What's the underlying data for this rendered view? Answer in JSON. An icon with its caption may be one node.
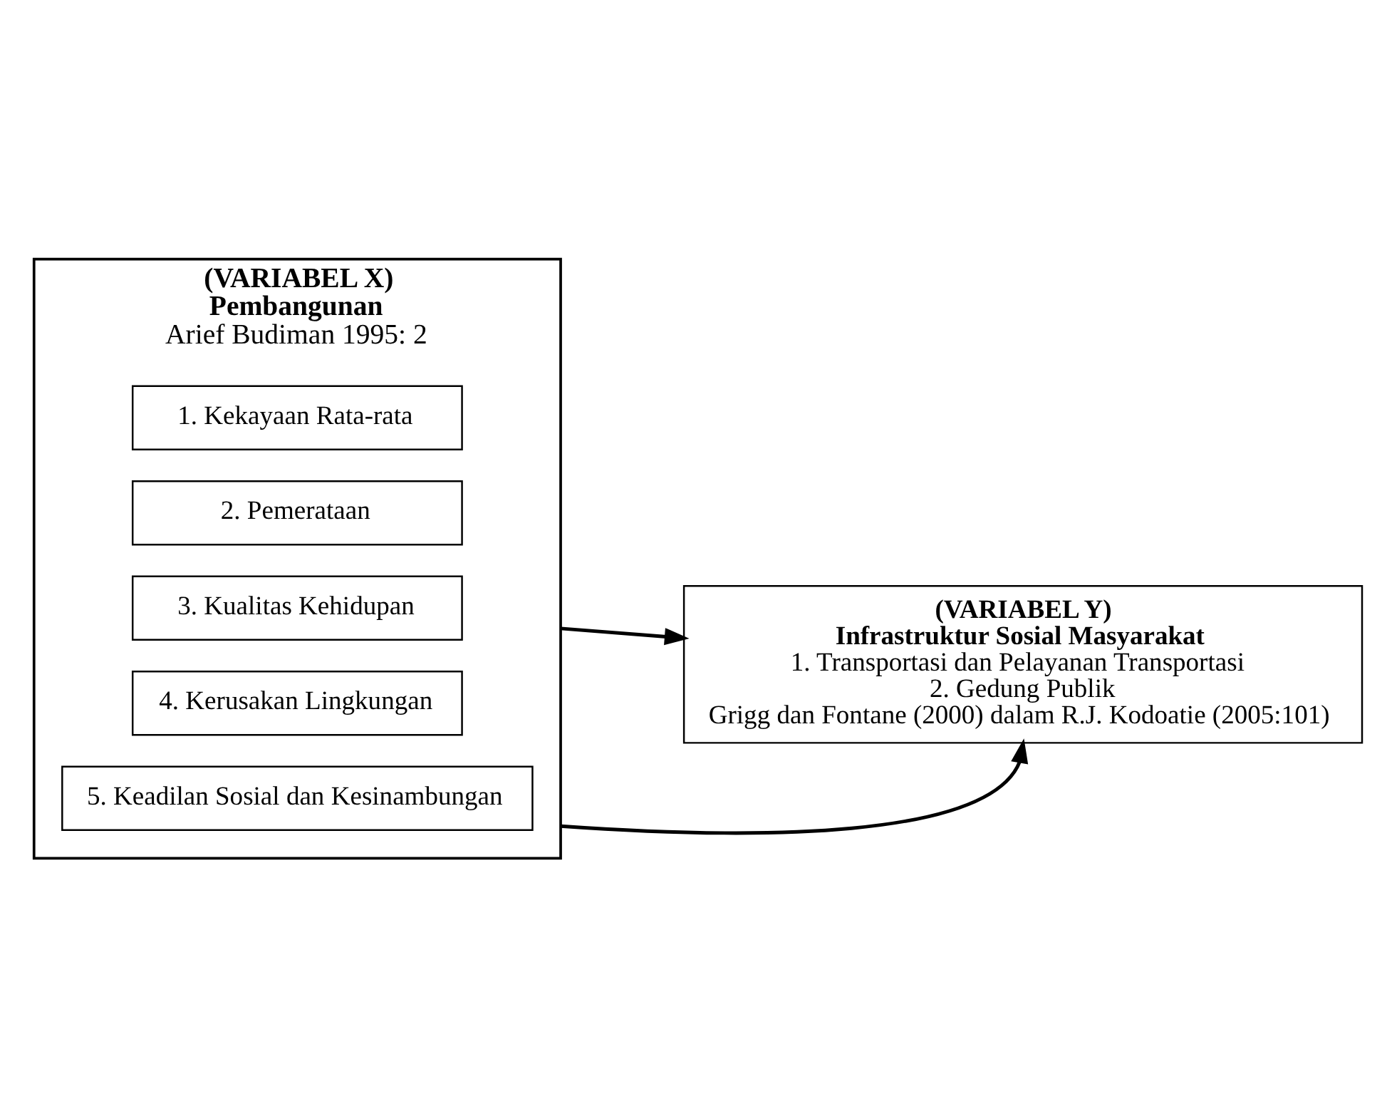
{
  "diagram": {
    "nodes": [
      {
        "text": [
          "(VARIABEL X)",
          "Pembangunan",
          "Arief Budiman 1995: 2"
        ]
      },
      {
        "text": [
          "1. Kekayaan Rata-rata"
        ],
        "in": 0
      },
      {
        "text": [
          "2. Pemerataan"
        ],
        "in": 0
      },
      {
        "text": [
          "3. Kualitas Kehidupan"
        ],
        "in": 0
      },
      {
        "text": [
          "4. Kerusakan Lingkungan"
        ],
        "in": 0
      },
      {
        "text": [
          "5. Keadilan Sosial dan Kesinambungan"
        ],
        "in": 0
      },
      {
        "text": [
          "(VARIABEL Y)",
          "Infrastruktur Sosial Masyarakat",
          "1. Transportasi dan Pelayanan Transportasi",
          "2. Gedung Publik",
          "Grigg dan Fontane (2000) dalam R.J. Kodoatie (2005:101)"
        ]
      }
    ],
    "edges": [
      {
        "from": 0,
        "to": 6,
        "arrow": "to"
      },
      {
        "from": 0,
        "to": 6,
        "arrow": "to"
      }
    ]
  }
}
